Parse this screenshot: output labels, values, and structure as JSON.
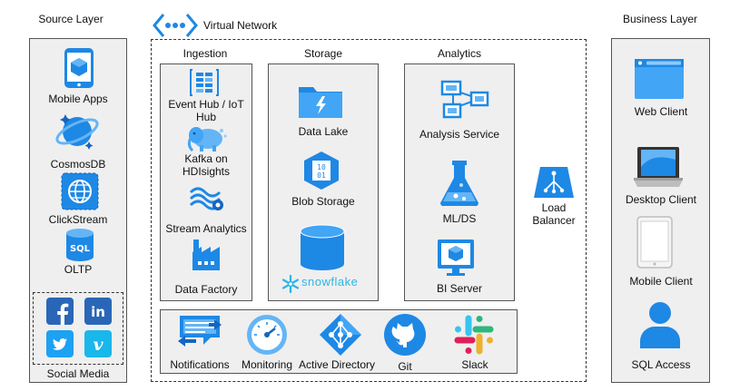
{
  "source_layer": {
    "title": "Source Layer",
    "items": [
      "Mobile Apps",
      "CosmosDB",
      "ClickStream",
      "OLTP"
    ],
    "social_title": "Social Media"
  },
  "virtual_network": {
    "title": "Virtual Network"
  },
  "ingestion": {
    "title": "Ingestion",
    "items": [
      "Event Hub / IoT",
      "Hub",
      "Kafka on",
      "HDIsights",
      "Stream Analytics",
      "Data Factory"
    ]
  },
  "storage": {
    "title": "Storage",
    "items": [
      "Data Lake",
      "Blob Storage"
    ],
    "snowflake_label": "snowflake"
  },
  "analytics": {
    "title": "Analytics",
    "items": [
      "Analysis Service",
      "ML/DS",
      "BI Server"
    ]
  },
  "load_balancer": {
    "line1": "Load",
    "line2": "Balancer"
  },
  "bottom_services": [
    "Notifications",
    "Monitoring",
    "Active Directory",
    "Git",
    "Slack"
  ],
  "business_layer": {
    "title": "Business Layer",
    "items": [
      "Web Client",
      "Desktop Client",
      "Mobile Client",
      "SQL Access"
    ]
  },
  "colors": {
    "azure_blue": "#1e88e5",
    "panel_bg": "#efefef",
    "snowflake_blue": "#29b5e8"
  }
}
